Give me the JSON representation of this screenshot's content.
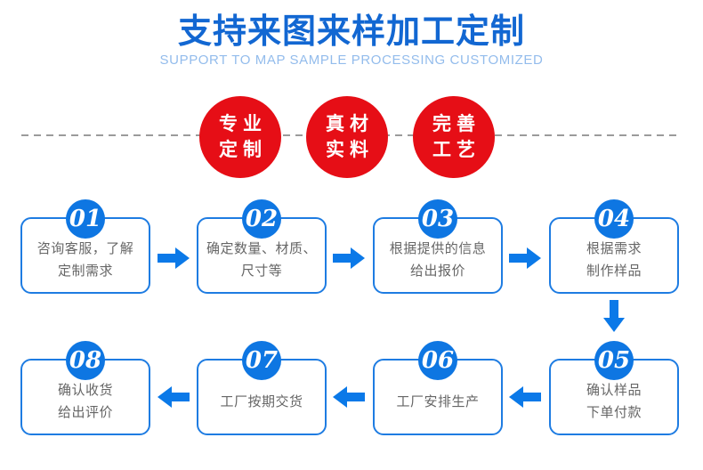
{
  "header": {
    "title": "支持来图来样加工定制",
    "subtitle": "SUPPORT TO MAP SAMPLE PROCESSING CUSTOMIZED"
  },
  "badges": [
    {
      "line1": "专业",
      "line2": "定制"
    },
    {
      "line1": "真材",
      "line2": "实料"
    },
    {
      "line1": "完善",
      "line2": "工艺"
    }
  ],
  "steps": [
    {
      "num": "01",
      "line1": "咨询客服，了解",
      "line2": "定制需求"
    },
    {
      "num": "02",
      "line1": "确定数量、材质、",
      "line2": "尺寸等"
    },
    {
      "num": "03",
      "line1": "根据提供的信息",
      "line2": "给出报价"
    },
    {
      "num": "04",
      "line1": "根据需求",
      "line2": "制作样品"
    },
    {
      "num": "05",
      "line1": "确认样品",
      "line2": "下单付款"
    },
    {
      "num": "06",
      "line1": "工厂安排生产",
      "line2": ""
    },
    {
      "num": "07",
      "line1": "工厂按期交货",
      "line2": ""
    },
    {
      "num": "08",
      "line1": "确认收货",
      "line2": "给出评价"
    }
  ],
  "colors": {
    "title_blue": "#1267d2",
    "subtitle_blue": "#93bcec",
    "badge_red": "#e60e16",
    "flow_blue": "#0e76e2",
    "arrow_blue": "#0b79e8",
    "divider_gray": "#9b9b9b",
    "step_text_gray": "#666666"
  }
}
